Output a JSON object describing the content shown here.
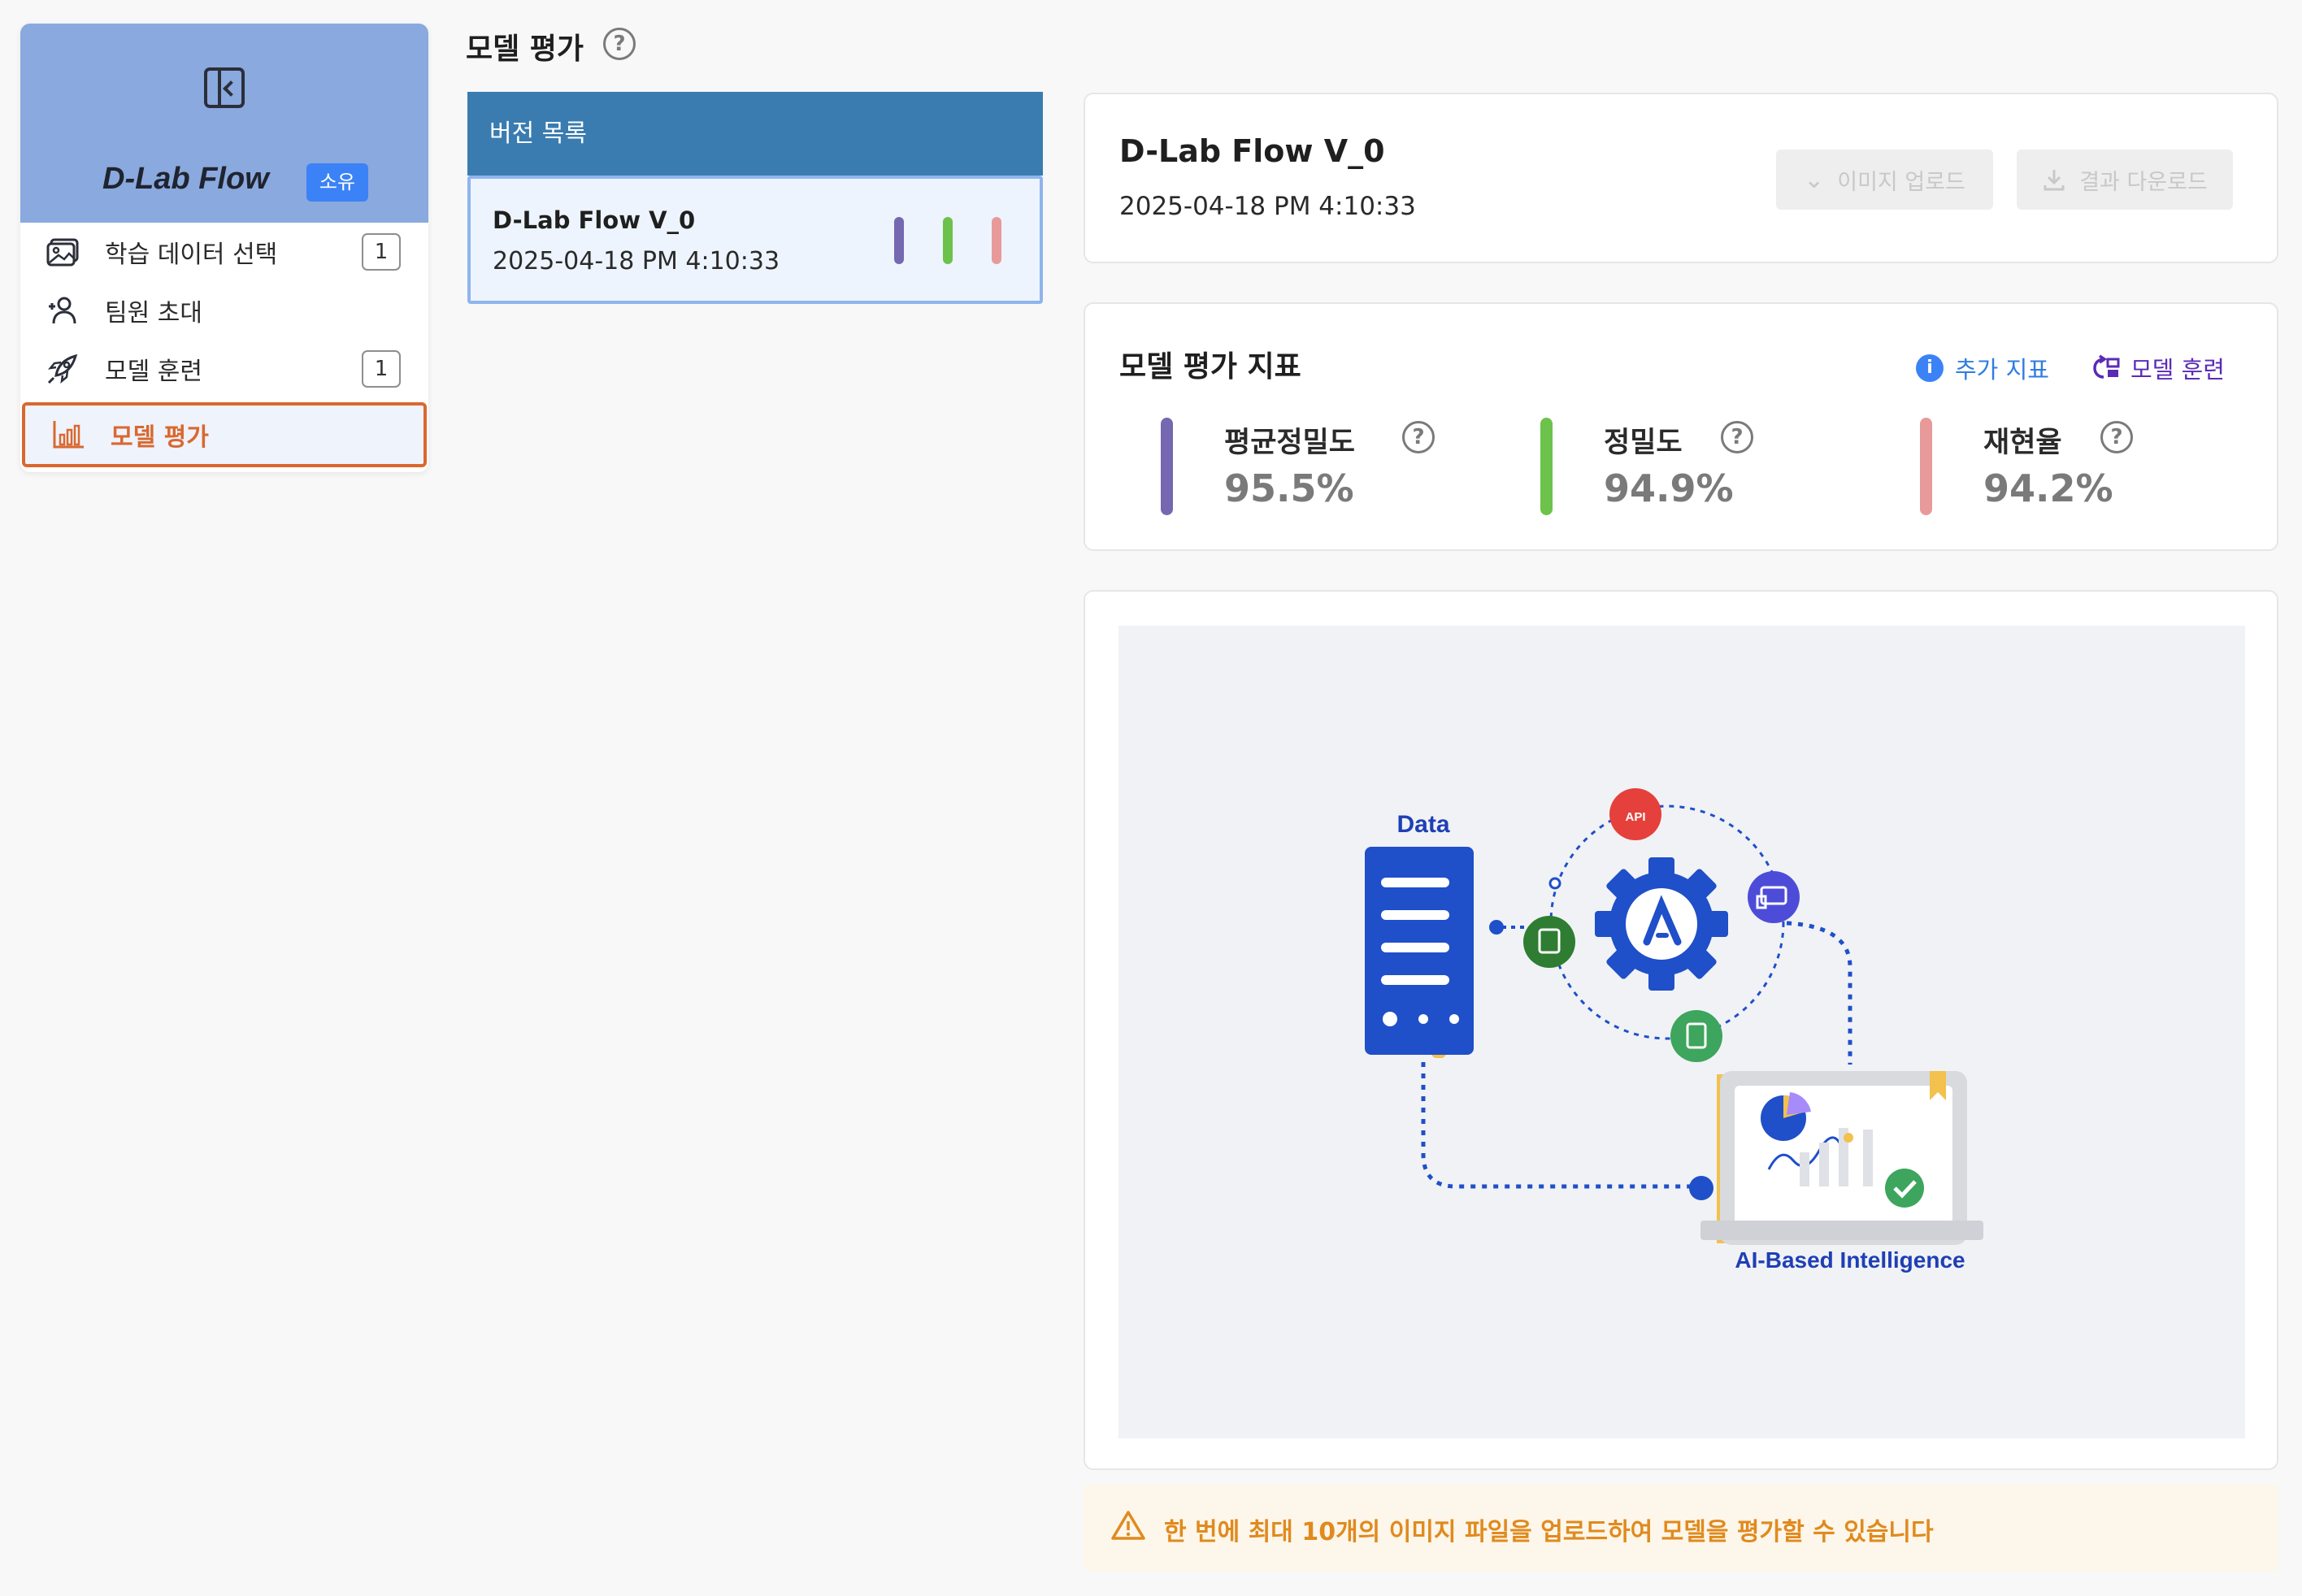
{
  "app": {
    "brand_name": "D-Lab Flow",
    "brand_badge": "소유"
  },
  "sidebar": {
    "items": [
      {
        "label": "학습 데이터 선택",
        "icon": "image-icon",
        "count": "1"
      },
      {
        "label": "팀원 초대",
        "icon": "add-user-icon",
        "count": ""
      },
      {
        "label": "모델 훈련",
        "icon": "rocket-icon",
        "count": "1"
      },
      {
        "label": "모델 평가",
        "icon": "bar-chart-icon",
        "count": "",
        "active": true
      }
    ]
  },
  "header": {
    "title": "모델 평가",
    "help": "?"
  },
  "versions": {
    "header": "버전 목록",
    "items": [
      {
        "name": "D-Lab Flow V_0",
        "date": "2025-04-18 PM 4:10:33",
        "bar_colors": [
          "#7567b0",
          "#6cc24a",
          "#e89a9a"
        ]
      }
    ]
  },
  "model": {
    "title": "D-Lab Flow V_0",
    "date": "2025-04-18 PM 4:10:33",
    "upload_button": "이미지 업로드",
    "download_button": "결과 다운로드"
  },
  "metrics": {
    "title": "모델 평가 지표",
    "extra_link": "추가 지표",
    "train_link": "모델 훈련",
    "items": [
      {
        "label": "평균정밀도",
        "value": "95.5%",
        "color": "#7567b0"
      },
      {
        "label": "정밀도",
        "value": "94.9%",
        "color": "#6cc24a"
      },
      {
        "label": "재현율",
        "value": "94.2%",
        "color": "#e89a9a"
      }
    ]
  },
  "illustration": {
    "data_label": "Data",
    "ai_label": "AI-Based Intelligence",
    "api_label": "API"
  },
  "notice": {
    "text": "한 번에 최대 10개의 이미지 파일을 업로드하여 모델을 평가할 수 있습니다"
  },
  "colors": {
    "accent_orange": "#d9682f",
    "header_blue": "#3a7cb0",
    "brand_blue": "#8aa9de",
    "badge_blue": "#3b82f6",
    "illustration_blue": "#1f4fc9"
  }
}
